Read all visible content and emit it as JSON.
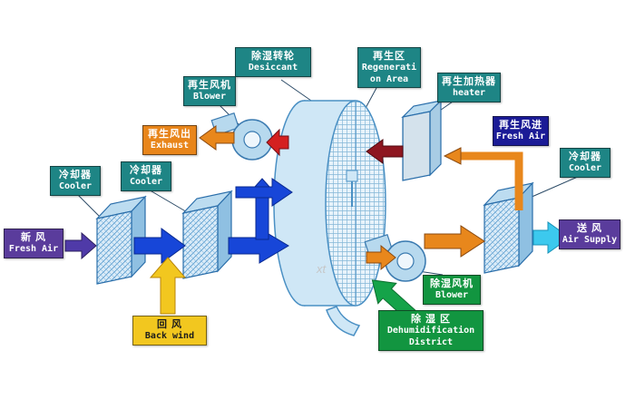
{
  "watermark": "xt",
  "colors": {
    "teal_box": "#1e8585",
    "orange_box": "#e8851a",
    "navy_box": "#1b1b96",
    "purple_box": "#5a3c9c",
    "yellow_box": "#f2c71f",
    "green_box": "#129540",
    "blue_arrow": "#1746d8",
    "purple_arrow": "#4f3aa8",
    "orange_arrow": "#e8871c",
    "red_arrow": "#d42020",
    "dark_red_arrow": "#8e1620",
    "yellow_arrow": "#f2c71f",
    "cyan_arrow": "#3cc9ee",
    "green_arrow": "#15a349",
    "component_stroke": "#4a90c4",
    "component_fill": "#cfe7f6"
  },
  "labels": {
    "desiccant_wheel": {
      "zh": "除湿转轮",
      "en": "Desiccant"
    },
    "regeneration_area": {
      "zh": "再生区",
      "en": [
        "Regenerati",
        "on Area"
      ]
    },
    "regen_blower": {
      "zh": "再生风机",
      "en": "Blower"
    },
    "regen_heater": {
      "zh": "再生加热器",
      "en": "heater"
    },
    "regen_exhaust": {
      "zh": "再生风出",
      "en": "Exhaust"
    },
    "regen_fresh_air": {
      "zh": "再生风进",
      "en": "Fresh Air"
    },
    "cooler_left_outer": {
      "zh": "冷却器",
      "en": "Cooler"
    },
    "cooler_left_inner": {
      "zh": "冷却器",
      "en": "Cooler"
    },
    "cooler_right": {
      "zh": "冷却器",
      "en": "Cooler"
    },
    "fresh_air": {
      "zh": "新 风",
      "en": "Fresh Air"
    },
    "air_supply": {
      "zh": "送 风",
      "en": "Air Supply"
    },
    "back_wind": {
      "zh": "回 风",
      "en": "Back wind"
    },
    "dehumid_blower": {
      "zh": "除湿风机",
      "en": "Blower"
    },
    "dehumid_district": {
      "zh": "除 湿 区",
      "en": [
        "Dehumidification",
        "District"
      ]
    }
  }
}
